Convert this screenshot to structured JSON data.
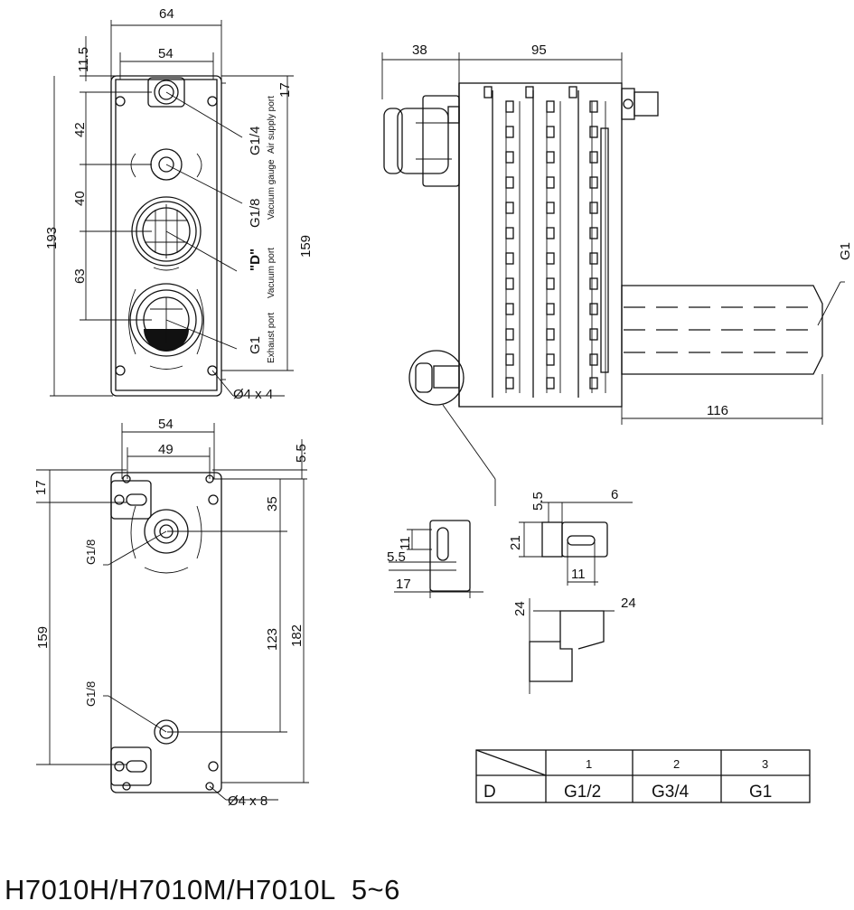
{
  "dims": {
    "front_width": "64",
    "front_inner_width": "54",
    "top_offset": "11.5",
    "top_right": "17",
    "spacing_a": "42",
    "spacing_b": "40",
    "spacing_c": "63",
    "total_height": "193",
    "right_height": "159",
    "holes_front": "Ø4 x 4",
    "rear_width": "54",
    "rear_inner": "49",
    "rear_top": "5.5",
    "rear_left": "17",
    "rear_r1": "35",
    "rear_r2": "123",
    "rear_r3": "182",
    "rear_left_height": "159",
    "holes_rear": "Ø4 x 8",
    "side_left": "38",
    "side_body": "95",
    "side_length": "116",
    "side_port": "G1",
    "bracket_a": "11",
    "bracket_b": "5.5",
    "bracket_c": "17",
    "bracket2_top": "5.5",
    "bracket2_right": "6",
    "bracket2_h": "21",
    "bracket2_w": "11",
    "angle_h": "24",
    "angle_w": "24"
  },
  "ports": {
    "g14": "G1/4",
    "g18": "G1/8",
    "d": "\"D\"",
    "g1": "G1",
    "air_supply": "Air supply port",
    "vacuum_gauge": "Vacuum gauge",
    "vacuum_port": "Vacuum port",
    "exhaust_port": "Exhaust port",
    "rear_g18_a": "G1/8",
    "rear_g18_b": "G1/8"
  },
  "table": {
    "headers": [
      "1",
      "2",
      "3"
    ],
    "row_label": "D",
    "values": [
      "G1/2",
      "G3/4",
      "G1"
    ]
  },
  "footer": {
    "model": "H7010H/H7010M/H7010L",
    "page": "5~6"
  }
}
